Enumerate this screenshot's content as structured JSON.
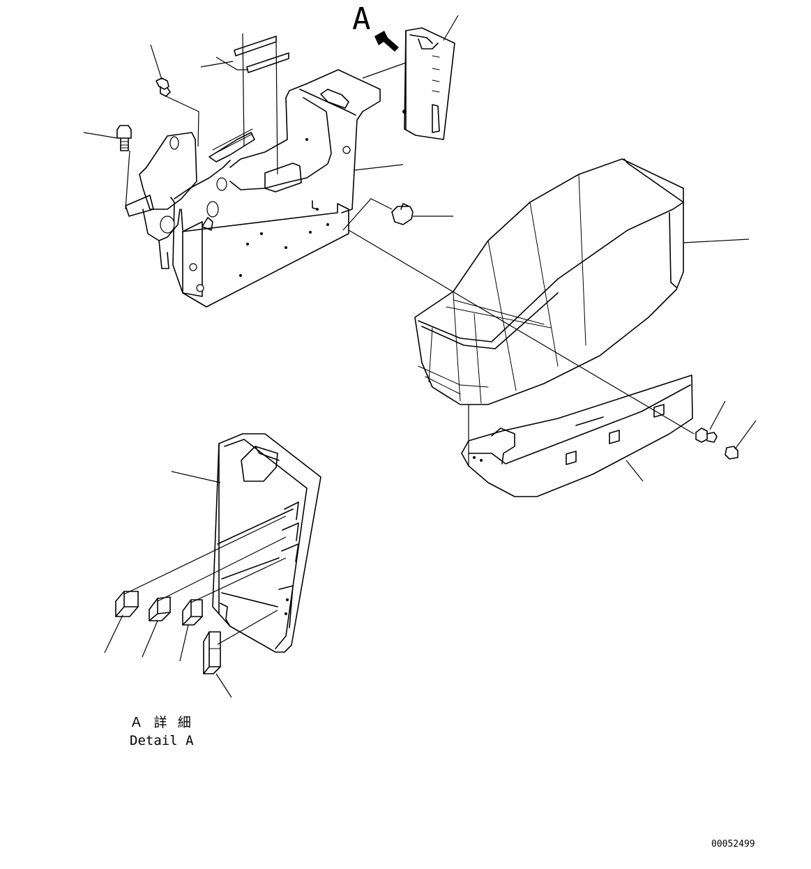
{
  "view_label": "A",
  "detail_caption": {
    "japanese": "Ａ 詳 細",
    "english": "Detail A"
  },
  "drawing_number": "00052499",
  "colors": {
    "line": "#000000",
    "background": "#ffffff"
  }
}
